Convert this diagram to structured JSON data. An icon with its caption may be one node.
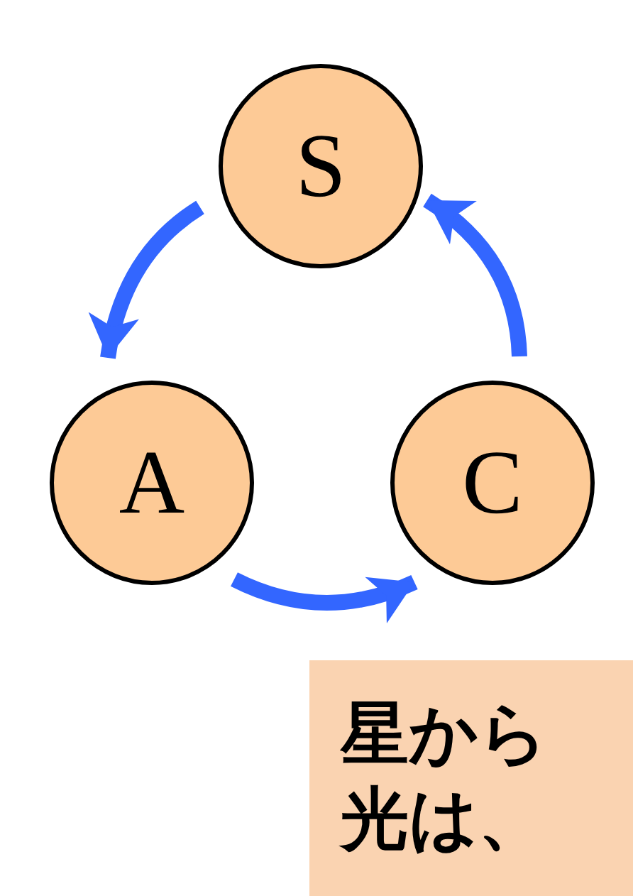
{
  "diagram": {
    "nodes": [
      {
        "text": [
          "S"
        ]
      },
      {
        "text": [
          "A"
        ]
      },
      {
        "text": [
          "C"
        ]
      },
      {
        "text": [
          "星から光は、"
        ]
      }
    ],
    "edges": [
      {
        "from": 0,
        "to": 1,
        "arrow": "to"
      },
      {
        "from": 1,
        "to": 2,
        "arrow": "to"
      },
      {
        "from": 2,
        "to": 0,
        "arrow": "to"
      }
    ]
  }
}
